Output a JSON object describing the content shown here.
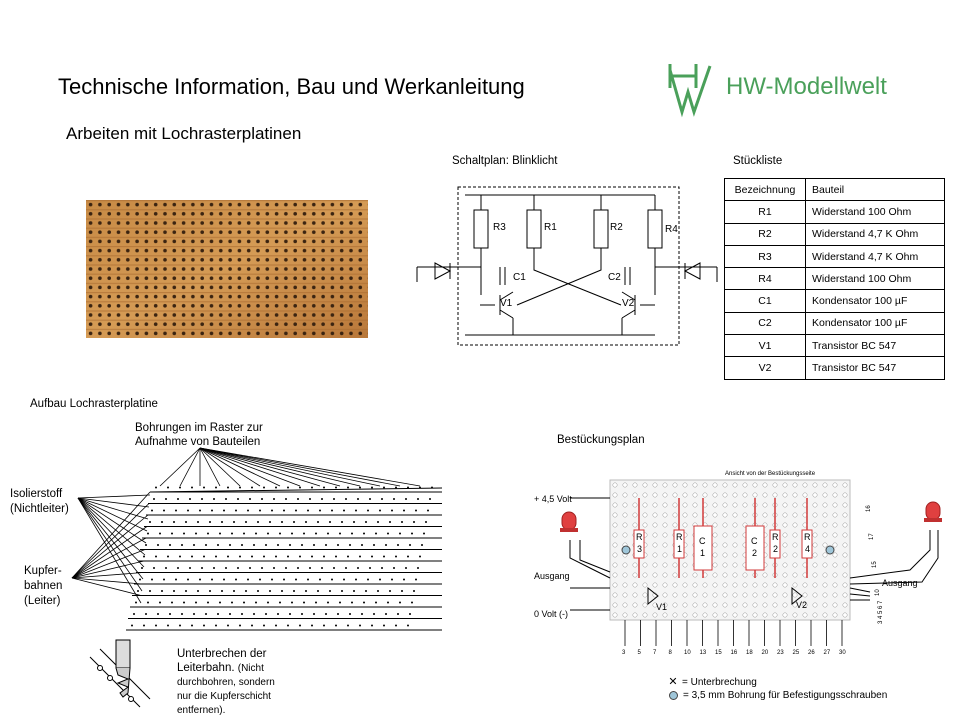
{
  "header": {
    "title": "Technische Information, Bau und Werkanleitung",
    "subtitle": "Arbeiten mit Lochrasterplatinen",
    "brand": "HW-Modellwelt",
    "brand_color": "#4aa05a"
  },
  "schematic": {
    "caption": "Schaltplan: Blinklicht",
    "labels": {
      "r3": "R3",
      "r1": "R1",
      "r2": "R2",
      "r4": "R4",
      "c1": "C1",
      "c2": "C2",
      "v1": "V1",
      "v2": "V2"
    }
  },
  "parts_list": {
    "caption": "Stückliste",
    "header": [
      "Bezeichnung",
      "Bauteil"
    ],
    "rows": [
      [
        "R1",
        "Widerstand 100 Ohm"
      ],
      [
        "R2",
        "Widerstand 4,7 K Ohm"
      ],
      [
        "R3",
        "Widerstand 4,7 K Ohm"
      ],
      [
        "R4",
        "Widerstand 100 Ohm"
      ],
      [
        "C1",
        "Kondensator 100 µF"
      ],
      [
        "C2",
        "Kondensator 100 µF"
      ],
      [
        "V1",
        "Transistor BC 547"
      ],
      [
        "V2",
        "Transistor BC 547"
      ]
    ]
  },
  "board": {
    "caption": "Aufbau Lochrasterplatine",
    "holes_label": [
      "Bohrungen im Raster zur",
      "Aufnahme von Bauteilen"
    ],
    "insulator_label": [
      "Isolierstoff",
      "(Nichtleiter)"
    ],
    "copper_label": [
      "Kupfer-",
      "bahnen",
      "(Leiter)"
    ],
    "interrupt_label": [
      "Unterbrechen der",
      "Leiterbahn."
    ],
    "interrupt_note": [
      "(Nicht",
      "durchbohren, sondern",
      "nur die Kupferschicht",
      "entfernen)."
    ]
  },
  "assembly": {
    "caption": "Bestückungsplan",
    "plan_title": "Ansicht von der Bestückungsseite",
    "plus_label": "+ 4,5 Volt",
    "out_label_left": "Ausgang",
    "out_label_right": "Ausgang",
    "zero_label": "0 Volt (-)",
    "parts": {
      "r3": [
        "R",
        "3"
      ],
      "r1": [
        "R",
        "1"
      ],
      "c1": [
        "C",
        "1"
      ],
      "c2": [
        "C",
        "2"
      ],
      "r2": [
        "R",
        "2"
      ],
      "r4": [
        "R",
        "4"
      ],
      "v1": "V1",
      "v2": "V2"
    },
    "bottom_numbers": [
      "3",
      "5",
      "7",
      "8",
      "10",
      "13",
      "15",
      "16",
      "18",
      "20",
      "23",
      "25",
      "26",
      "27",
      "30"
    ],
    "right_numbers": [
      "16",
      "17",
      "15",
      "10",
      "3 4 5 6 7"
    ],
    "legend": [
      {
        "icon": "x",
        "text": "= Unterbrechung"
      },
      {
        "icon": "dot",
        "text": "= 3,5 mm Bohrung für Befestigungsschrauben"
      }
    ],
    "led_color": "#e04040",
    "trace_color": "#d23a3a",
    "hole_color": "#9fc6d9"
  }
}
